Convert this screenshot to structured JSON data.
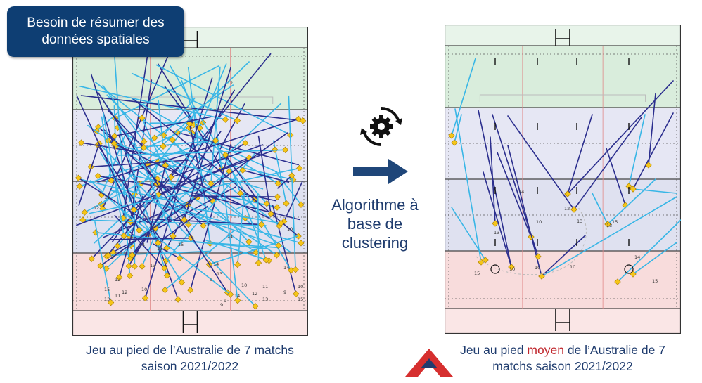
{
  "badge": {
    "line1": "Besoin de résumer des",
    "line2": "données spatiales"
  },
  "algorithm": {
    "line1": "Algorithme à",
    "line2": "base de",
    "line3": "clustering"
  },
  "caption_left": {
    "line1": "Jeu au pied de l’Australie de 7 matchs",
    "line2": "saison 2021/2022"
  },
  "caption_right": {
    "line1_before": "Jeu au pied ",
    "line1_highlight": "moyen",
    "line1_after": " de l’Australie de 7",
    "line2": "matchs saison 2021/2022"
  },
  "colors": {
    "navy": "#0e3e73",
    "dark_kick": "#2b2e8e",
    "light_kick": "#38b6e6",
    "green_zone": "#d9eddc",
    "lavender_zone": "#e6e7f4",
    "pink_zone": "#f8dcdc",
    "marker": "#f5c518",
    "highlight": "#c0272d",
    "logo": "#d62f2f"
  },
  "icons": {
    "cluster": "gear-cycle-icon",
    "arrow": "arrow-right-icon",
    "logo": "triangle-logo-icon"
  },
  "right_labels": [
    "15",
    "13",
    "10",
    "10",
    "10",
    "12",
    "10",
    "14",
    "15",
    "13",
    "14",
    "13",
    "15"
  ],
  "left_labels": [
    "12",
    "12",
    "11",
    "11",
    "11",
    "10",
    "13",
    "15",
    "9",
    "14",
    "13",
    "12",
    "11",
    "15",
    "10",
    "10",
    "9",
    "14",
    "13",
    "9",
    "11",
    "12",
    "10",
    "14",
    "13",
    "9",
    "9",
    "15",
    "12",
    "13"
  ]
}
